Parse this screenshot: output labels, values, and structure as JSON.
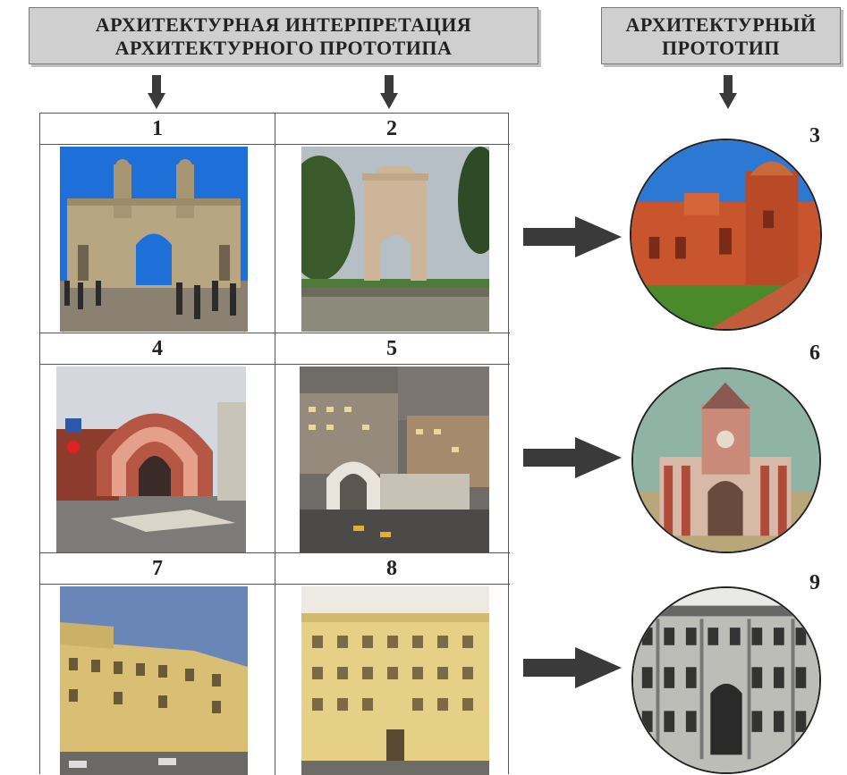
{
  "headers": {
    "left": {
      "line1": "АРХИТЕКТУРНАЯ ИНТЕРПРЕТАЦИЯ",
      "line2": "АРХИТЕКТУРНОГО ПРОТОТИПА"
    },
    "right": {
      "line1": "АРХИТЕКТУРНЫЙ",
      "line2": "ПРОТОТИП"
    }
  },
  "grid_numbers": [
    "1",
    "2",
    "4",
    "5",
    "7",
    "8"
  ],
  "circle_numbers": [
    "3",
    "6",
    "9"
  ],
  "colors": {
    "header_bg": "#cfcfcf",
    "arrow": "#3a3a3a"
  }
}
